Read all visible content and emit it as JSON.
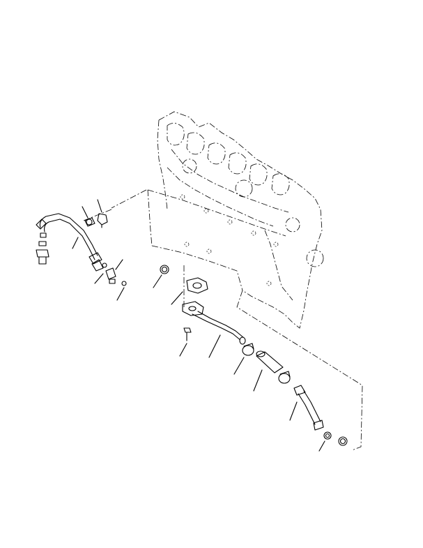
{
  "diagram": {
    "type": "exploded-parts-view",
    "line_color": "#000000",
    "background": "#ffffff",
    "parts": [
      {
        "name": "engine-block-cylinder-head",
        "style": "dash-dot outline"
      },
      {
        "name": "oil-supply-tube",
        "style": "solid"
      },
      {
        "name": "elbow-fitting",
        "style": "solid"
      },
      {
        "name": "adapter-fitting",
        "style": "solid"
      },
      {
        "name": "o-ring",
        "style": "solid"
      },
      {
        "name": "connector",
        "style": "solid"
      },
      {
        "name": "clamp-bracket",
        "style": "solid"
      },
      {
        "name": "gasket",
        "style": "solid"
      },
      {
        "name": "oil-drain-tube",
        "style": "solid"
      },
      {
        "name": "hose-clamp",
        "style": "solid"
      },
      {
        "name": "hose",
        "style": "solid"
      },
      {
        "name": "lower-drain-tube",
        "style": "solid"
      },
      {
        "name": "capscrew",
        "style": "solid"
      }
    ]
  }
}
